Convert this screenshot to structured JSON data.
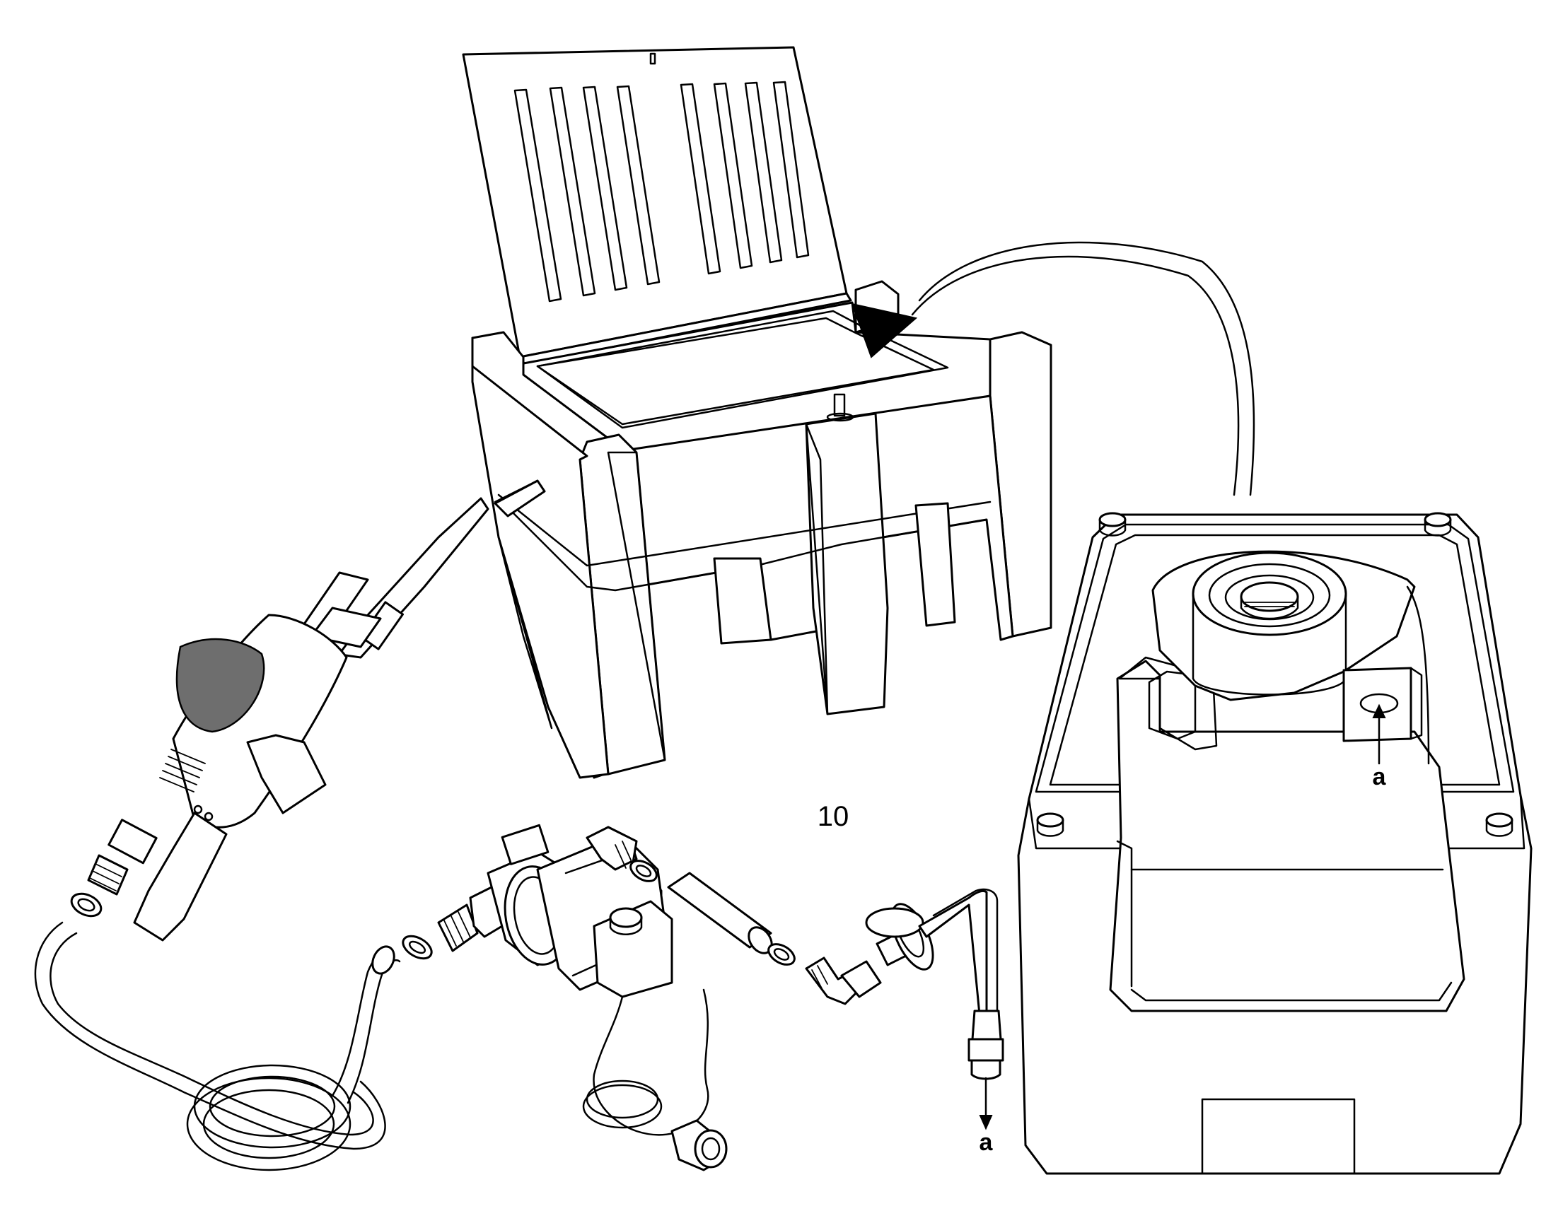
{
  "figure": {
    "number_label": "10",
    "connection_labels": [
      "a",
      "a"
    ]
  },
  "colors": {
    "line": "#000000",
    "background": "#ffffff"
  }
}
